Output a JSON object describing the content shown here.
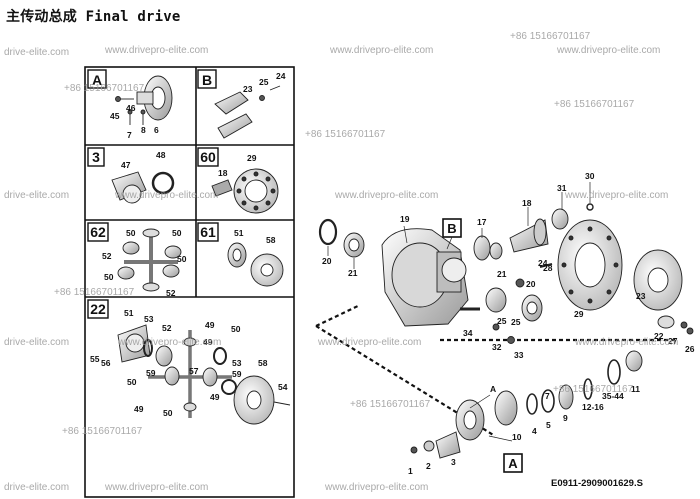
{
  "title": "主传动总成 Final drive",
  "drawing_code": "E0911-2909001629.S",
  "watermarks": {
    "site": "www.drivepro-elite.com",
    "site_partial": "drive-elite.com",
    "phone": "+86 15166701167"
  },
  "panels": {
    "A": {
      "label": "A",
      "callouts": [
        "46",
        "45",
        "7",
        "8",
        "6"
      ]
    },
    "B": {
      "label": "B",
      "callouts": [
        "23",
        "25",
        "24"
      ]
    },
    "p3": {
      "label": "3",
      "callouts": [
        "47",
        "48"
      ]
    },
    "p60": {
      "label": "60",
      "callouts": [
        "29",
        "18"
      ]
    },
    "p62": {
      "label": "62",
      "callouts": [
        "50",
        "50",
        "52",
        "50",
        "50",
        "52"
      ]
    },
    "p61": {
      "label": "61",
      "callouts": [
        "51",
        "58"
      ]
    },
    "p22": {
      "label": "22",
      "callouts": [
        "51",
        "53",
        "55",
        "56",
        "52",
        "49",
        "50",
        "49",
        "53",
        "57",
        "59",
        "59",
        "50",
        "58",
        "54",
        "49",
        "49",
        "50"
      ]
    }
  },
  "main_callouts": [
    "19",
    "20",
    "21",
    "B",
    "17",
    "18",
    "31",
    "30",
    "28",
    "22",
    "23",
    "27",
    "26",
    "29",
    "21",
    "20",
    "24",
    "34",
    "32",
    "33",
    "25",
    "25",
    "A",
    "A",
    "1",
    "2",
    "3",
    "10",
    "4",
    "5",
    "9",
    "7",
    "12-16",
    "35-44",
    "11"
  ],
  "colors": {
    "frame": "#111111",
    "watermark": "#9a9a9a",
    "part_fill": "#f2f2f2",
    "part_dark": "#6a6a6a"
  }
}
